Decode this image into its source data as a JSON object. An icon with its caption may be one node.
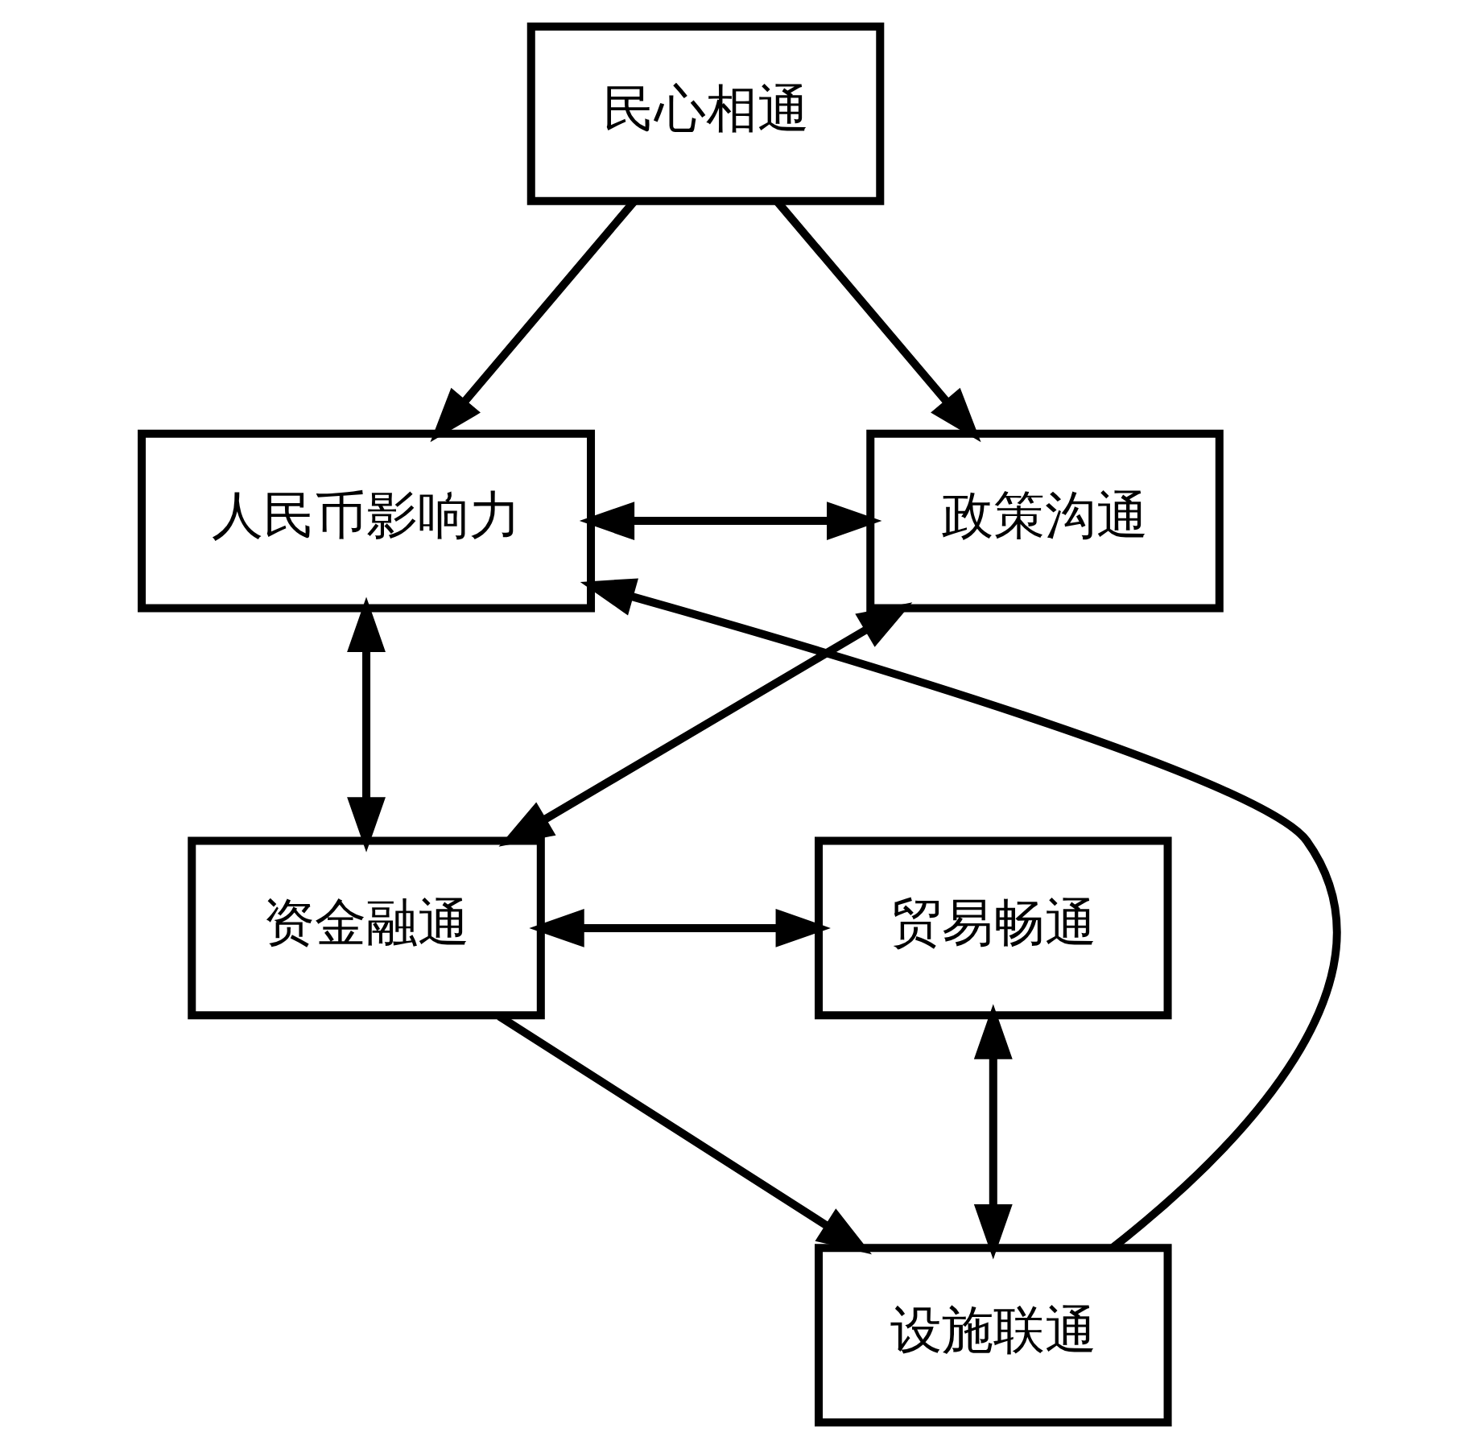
{
  "diagram": {
    "nodes": [
      {
        "text": [
          "民心相通"
        ]
      },
      {
        "text": [
          "人民币影响力"
        ]
      },
      {
        "text": [
          "政策沟通"
        ]
      },
      {
        "text": [
          "资金融通"
        ]
      },
      {
        "text": [
          "贸易畅通"
        ]
      },
      {
        "text": [
          "设施联通"
        ]
      }
    ],
    "edges": [
      {
        "from": 0,
        "to": 1,
        "arrow": "to"
      },
      {
        "from": 0,
        "to": 2,
        "arrow": "to"
      },
      {
        "from": 1,
        "to": 2,
        "arrow": "both"
      },
      {
        "from": 1,
        "to": 3,
        "arrow": "both"
      },
      {
        "from": 2,
        "to": 3,
        "arrow": "both"
      },
      {
        "from": 3,
        "to": 4,
        "arrow": "both"
      },
      {
        "from": 3,
        "to": 5,
        "arrow": "to"
      },
      {
        "from": 4,
        "to": 5,
        "arrow": "both"
      },
      {
        "from": 5,
        "to": 1,
        "arrow": "to"
      }
    ]
  }
}
